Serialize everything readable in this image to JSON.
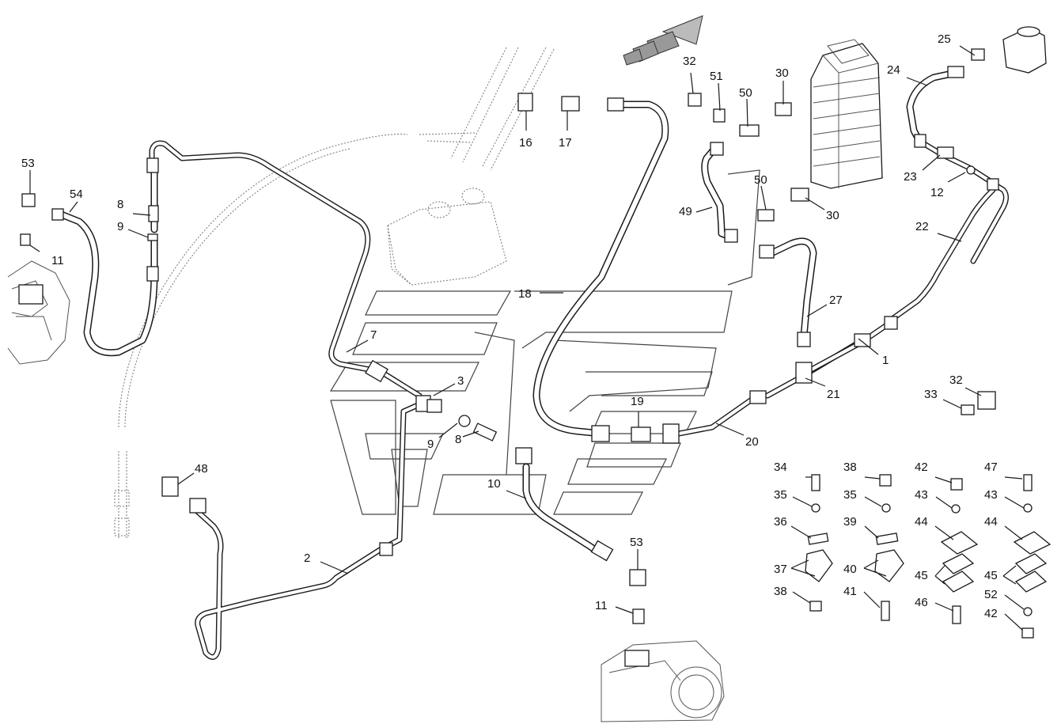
{
  "labels": [
    {
      "id": "l1",
      "text": "1"
    },
    {
      "id": "l2",
      "text": "2"
    },
    {
      "id": "l3",
      "text": "3"
    },
    {
      "id": "l7",
      "text": "7"
    },
    {
      "id": "l8a",
      "text": "8"
    },
    {
      "id": "l8b",
      "text": "8"
    },
    {
      "id": "l9a",
      "text": "9"
    },
    {
      "id": "l9b",
      "text": "9"
    },
    {
      "id": "l10",
      "text": "10"
    },
    {
      "id": "l11a",
      "text": "11"
    },
    {
      "id": "l11b",
      "text": "11"
    },
    {
      "id": "l12",
      "text": "12"
    },
    {
      "id": "l16",
      "text": "16"
    },
    {
      "id": "l17",
      "text": "17"
    },
    {
      "id": "l18",
      "text": "18"
    },
    {
      "id": "l19",
      "text": "19"
    },
    {
      "id": "l20",
      "text": "20"
    },
    {
      "id": "l21",
      "text": "21"
    },
    {
      "id": "l22",
      "text": "22"
    },
    {
      "id": "l23",
      "text": "23"
    },
    {
      "id": "l24",
      "text": "24"
    },
    {
      "id": "l25",
      "text": "25"
    },
    {
      "id": "l27",
      "text": "27"
    },
    {
      "id": "l30a",
      "text": "30"
    },
    {
      "id": "l30b",
      "text": "30"
    },
    {
      "id": "l32a",
      "text": "32"
    },
    {
      "id": "l32b",
      "text": "32"
    },
    {
      "id": "l33",
      "text": "33"
    },
    {
      "id": "l34",
      "text": "34"
    },
    {
      "id": "l35a",
      "text": "35"
    },
    {
      "id": "l35b",
      "text": "35"
    },
    {
      "id": "l36",
      "text": "36"
    },
    {
      "id": "l37",
      "text": "37"
    },
    {
      "id": "l38a",
      "text": "38"
    },
    {
      "id": "l38b",
      "text": "38"
    },
    {
      "id": "l39",
      "text": "39"
    },
    {
      "id": "l40",
      "text": "40"
    },
    {
      "id": "l41",
      "text": "41"
    },
    {
      "id": "l42a",
      "text": "42"
    },
    {
      "id": "l42b",
      "text": "42"
    },
    {
      "id": "l43a",
      "text": "43"
    },
    {
      "id": "l43b",
      "text": "43"
    },
    {
      "id": "l44a",
      "text": "44"
    },
    {
      "id": "l44b",
      "text": "44"
    },
    {
      "id": "l45a",
      "text": "45"
    },
    {
      "id": "l45b",
      "text": "45"
    },
    {
      "id": "l46",
      "text": "46"
    },
    {
      "id": "l47",
      "text": "47"
    },
    {
      "id": "l48",
      "text": "48"
    },
    {
      "id": "l49",
      "text": "49"
    },
    {
      "id": "l50a",
      "text": "50"
    },
    {
      "id": "l50b",
      "text": "50"
    },
    {
      "id": "l51",
      "text": "51"
    },
    {
      "id": "l52",
      "text": "52"
    },
    {
      "id": "l53a",
      "text": "53"
    },
    {
      "id": "l53b",
      "text": "53"
    },
    {
      "id": "l54",
      "text": "54"
    }
  ]
}
